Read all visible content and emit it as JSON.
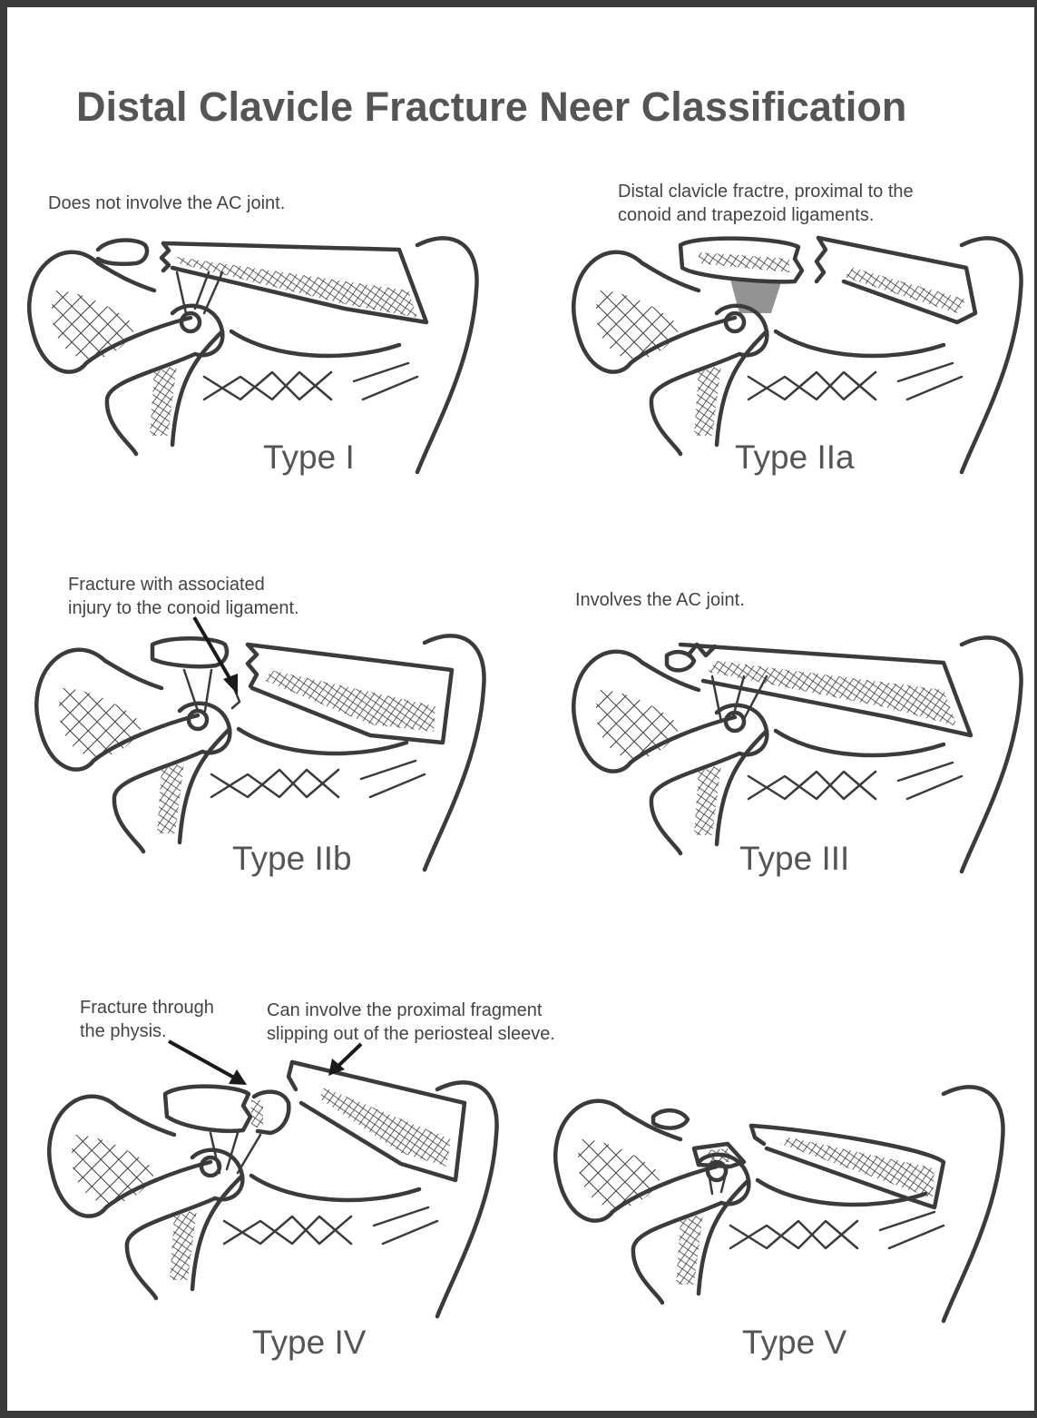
{
  "title": "Distal Clavicle Fracture Neer Classification",
  "panels": [
    {
      "id": "type-1",
      "label": "Type I",
      "caption": [
        "Does not involve the AC joint."
      ]
    },
    {
      "id": "type-2a",
      "label": "Type IIa",
      "caption": [
        "Distal clavicle fractre, proximal to the",
        "conoid and trapezoid ligaments."
      ]
    },
    {
      "id": "type-2b",
      "label": "Type IIb",
      "caption": [
        "Fracture with associated",
        "injury to the conoid ligament."
      ]
    },
    {
      "id": "type-3",
      "label": "Type III",
      "caption": [
        "Involves the AC joint."
      ]
    },
    {
      "id": "type-4",
      "label": "Type IV",
      "caption": [
        "Fracture through",
        "the physis."
      ],
      "caption2": [
        "Can involve the proximal fragment",
        "slipping out of the periosteal sleeve."
      ]
    },
    {
      "id": "type-5",
      "label": "Type V",
      "caption": []
    }
  ],
  "colors": {
    "ink": "#3b3b3b",
    "title": "#555555",
    "frame": "#3a3a3a"
  }
}
